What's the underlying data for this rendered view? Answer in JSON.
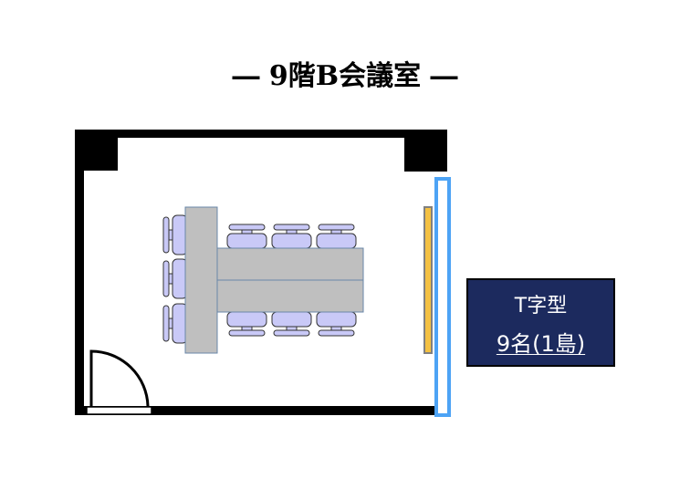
{
  "title": "― 9階B会議室 ―",
  "room_label": {
    "layout": "T字型",
    "capacity": "9名(1島)"
  },
  "colors": {
    "wall": "#000000",
    "table": "#bfbfbf",
    "chair": "#c9c9f7",
    "window": "#4da3f5",
    "screen": "#f4c142",
    "label_bg": "#1c2a5e"
  }
}
